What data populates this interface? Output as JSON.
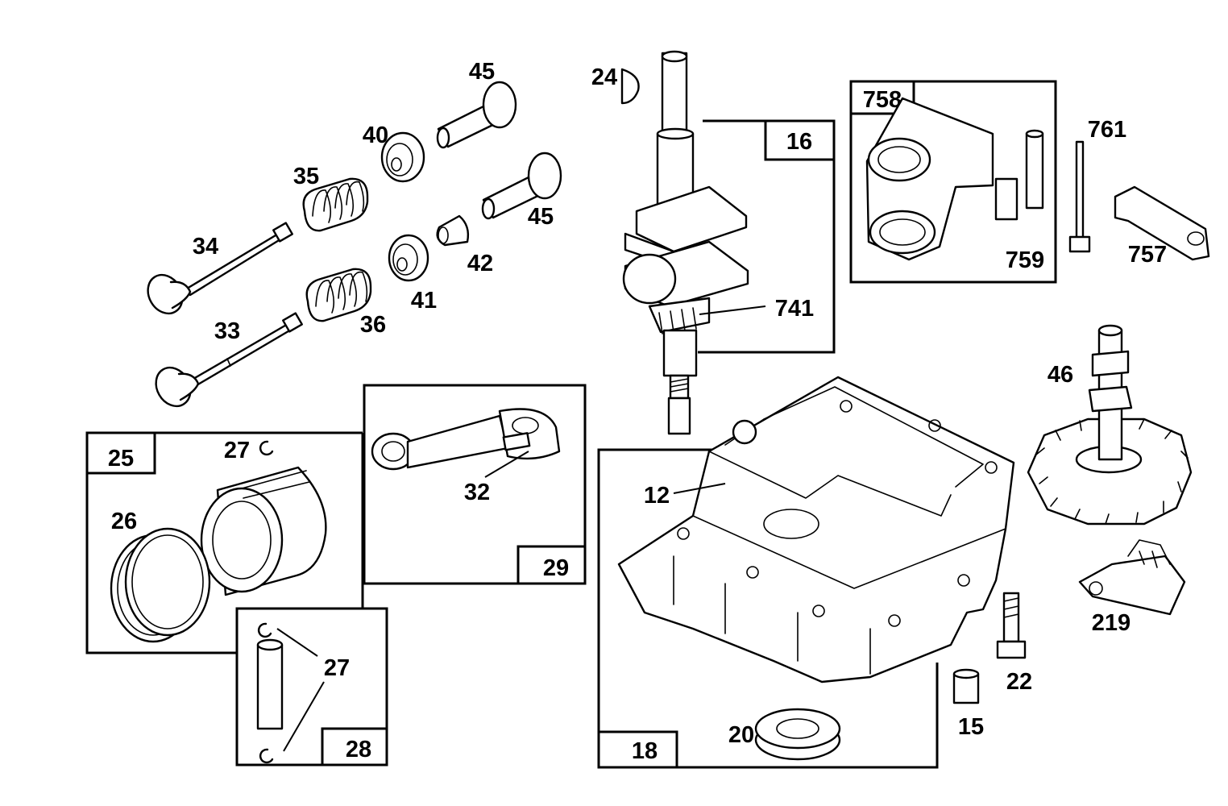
{
  "callouts": {
    "p45a": "45",
    "p24": "24",
    "p40": "40",
    "p35": "35",
    "p45b": "45",
    "p34": "34",
    "p42": "42",
    "p41": "41",
    "p33": "33",
    "p36": "36",
    "p741": "741",
    "p761": "761",
    "p759": "759",
    "p757": "757",
    "p46": "46",
    "p27a": "27",
    "p26": "26",
    "p32": "32",
    "p12": "12",
    "p27b": "27",
    "p219": "219",
    "p22": "22",
    "p15": "15",
    "p20": "20"
  },
  "kits": {
    "k16": "16",
    "k758": "758",
    "k25": "25",
    "k29": "29",
    "k18": "18",
    "k28": "28"
  }
}
